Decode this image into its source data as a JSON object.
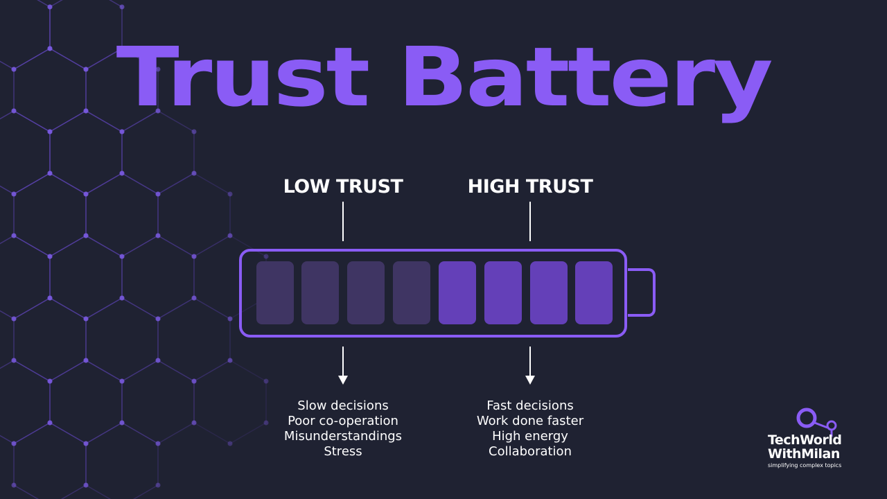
{
  "title": "Trust Battery",
  "labels": {
    "low": "LOW TRUST",
    "high": "HIGH TRUST"
  },
  "battery": {
    "total_cells": 8,
    "dim_cells": 4,
    "bright_cells": 4
  },
  "effects": {
    "low": [
      "Slow decisions",
      "Poor co-operation",
      "Misunderstandings",
      "Stress"
    ],
    "high": [
      "Fast decisions",
      "Work done faster",
      "High energy",
      "Collaboration"
    ]
  },
  "logo": {
    "line1": "TechWorld",
    "line2": "WithMilan",
    "tagline": "simplifying complex topics"
  },
  "colors": {
    "background": "#1f2232",
    "accent": "#8a5cf5",
    "cell_dim": "#3f3563",
    "cell_bright": "#6440b8",
    "text": "#ffffff"
  }
}
